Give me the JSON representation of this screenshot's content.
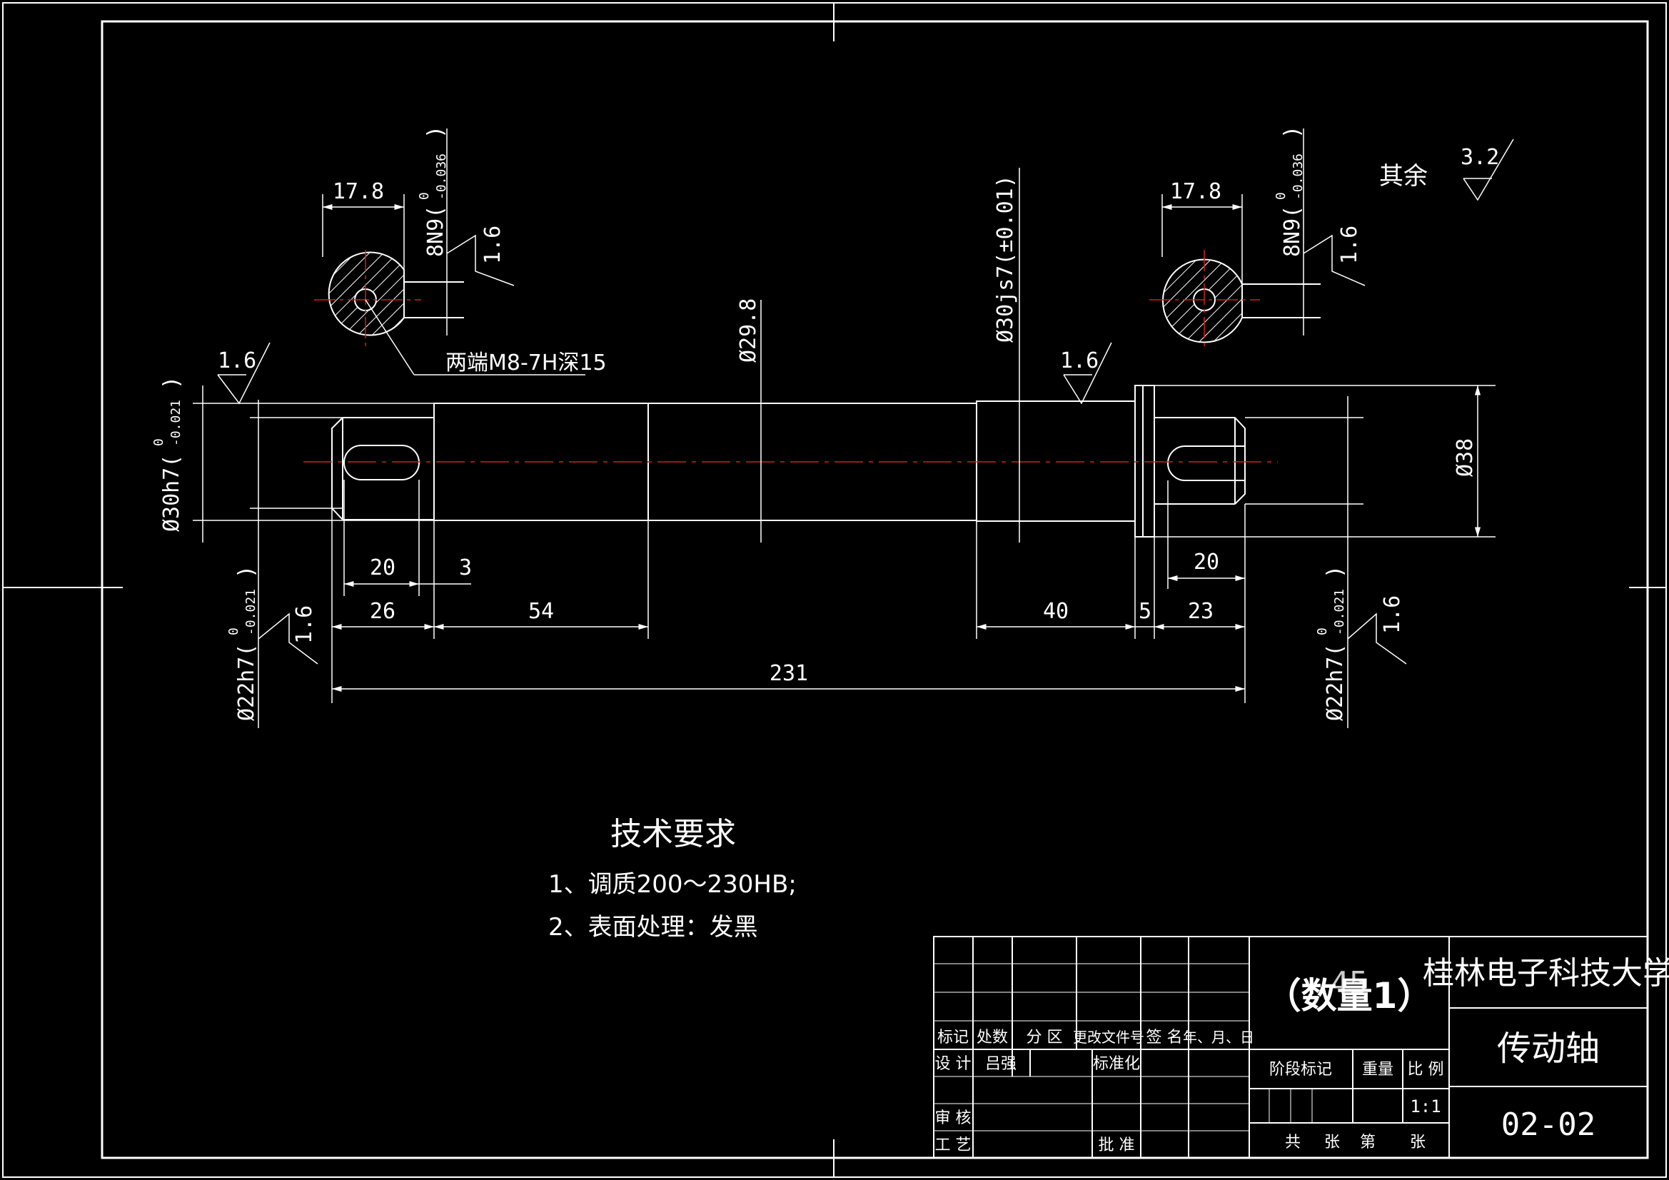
{
  "colors": {
    "background": "#000000",
    "line": "#ffffff",
    "centerline": "#d02020",
    "hatch": "#ffffff"
  },
  "roughness": {
    "general": "其余",
    "general_value": "3.2",
    "face": "1.6"
  },
  "section_views": {
    "left": {
      "key_width_dim": "17.8",
      "slot_tol_main": "8N9(",
      "slot_tol_upper": "0",
      "slot_tol_lower": "-0.036",
      "slot_tol_close": ")",
      "roughness": "1.6",
      "note": "两端M8-7H深15"
    },
    "right": {
      "key_width_dim": "17.8",
      "slot_tol_main": "8N9(",
      "slot_tol_upper": "0",
      "slot_tol_lower": "-0.036",
      "slot_tol_close": ")",
      "roughness": "1.6"
    }
  },
  "diameters": {
    "left_journal": {
      "main": "Ø30h7(",
      "upper": "0",
      "lower": "-0.021",
      "close": ")"
    },
    "left_end": {
      "main": "Ø22h7(",
      "upper": "0",
      "lower": "-0.021",
      "close": ")"
    },
    "middle": "Ø29.8",
    "right_journal": "Ø30js7(±0.01)",
    "collar": "Ø38",
    "right_end": {
      "main": "Ø22h7(",
      "upper": "0",
      "lower": "-0.021",
      "close": ")"
    }
  },
  "lengths": {
    "left_key": "20",
    "left_gap": "3",
    "left_end": "26",
    "left_journal": "54",
    "right_journal": "40",
    "collar": "5",
    "right_end": "23",
    "right_key": "20",
    "total": "231"
  },
  "surface_marks": {
    "left_top": "1.6",
    "right_top": "1.6",
    "left_end": "1.6",
    "right_end": "1.6"
  },
  "tech_requirements": {
    "title": "技术要求",
    "items": [
      "1、调质200～230HB;",
      "2、表面处理：发黑"
    ]
  },
  "title_block": {
    "material": "45",
    "quantity": "（数量1）",
    "school": "桂林电子科技大学",
    "part_name": "传动轴",
    "drawing_no": "02-02",
    "headers": [
      "标记",
      "处数",
      "分 区",
      "更改文件号",
      "签 名",
      "年、月、日"
    ],
    "design_label": "设 计",
    "designer": "吕强",
    "standardization": "标准化",
    "review": "审 核",
    "process": "工 艺",
    "approve": "批 准",
    "stage_mark": "阶段标记",
    "weight": "重量",
    "scale_label": "比 例",
    "scale": "1:1",
    "sheet_labels": [
      "共",
      "张",
      "第",
      "张"
    ]
  }
}
